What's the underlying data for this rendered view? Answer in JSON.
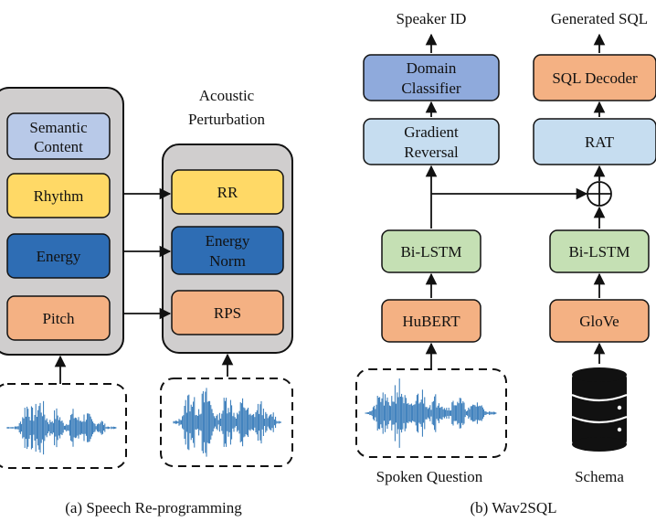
{
  "panel_a": {
    "features": {
      "semantic_line1": "Semantic",
      "semantic_line2": "Content",
      "rhythm": "Rhythm",
      "energy": "Energy",
      "pitch": "Pitch"
    },
    "perturbation_title_line1": "Acoustic",
    "perturbation_title_line2": "Perturbation",
    "perturbations": {
      "rr": "RR",
      "energy_norm_line1": "Energy",
      "energy_norm_line2": "Norm",
      "rps": "RPS"
    },
    "caption": "(a) Speech Re-programming"
  },
  "panel_b": {
    "speaker_id": "Speaker ID",
    "generated_sql": "Generated SQL",
    "domain_classifier_line1": "Domain",
    "domain_classifier_line2": "Classifier",
    "gradient_reversal_line1": "Gradient",
    "gradient_reversal_line2": "Reversal",
    "sql_decoder": "SQL Decoder",
    "rat": "RAT",
    "bilstm_left": "Bi-LSTM",
    "bilstm_right": "Bi-LSTM",
    "hubert": "HuBERT",
    "glove": "GloVe",
    "spoken_question": "Spoken Question",
    "schema": "Schema",
    "caption": "(b) Wav2SQL"
  },
  "colors": {
    "semantic": "#b8c9e8",
    "rhythm": "#ffd966",
    "energy": "#2e6db4",
    "pitch": "#f4b183",
    "light_blue": "#c6ddf0",
    "dark_blue": "#8faadc",
    "green": "#c5e0b4",
    "orange": "#f4b183",
    "panel_gray": "#d0cece",
    "waveform": "#2e75b6"
  }
}
